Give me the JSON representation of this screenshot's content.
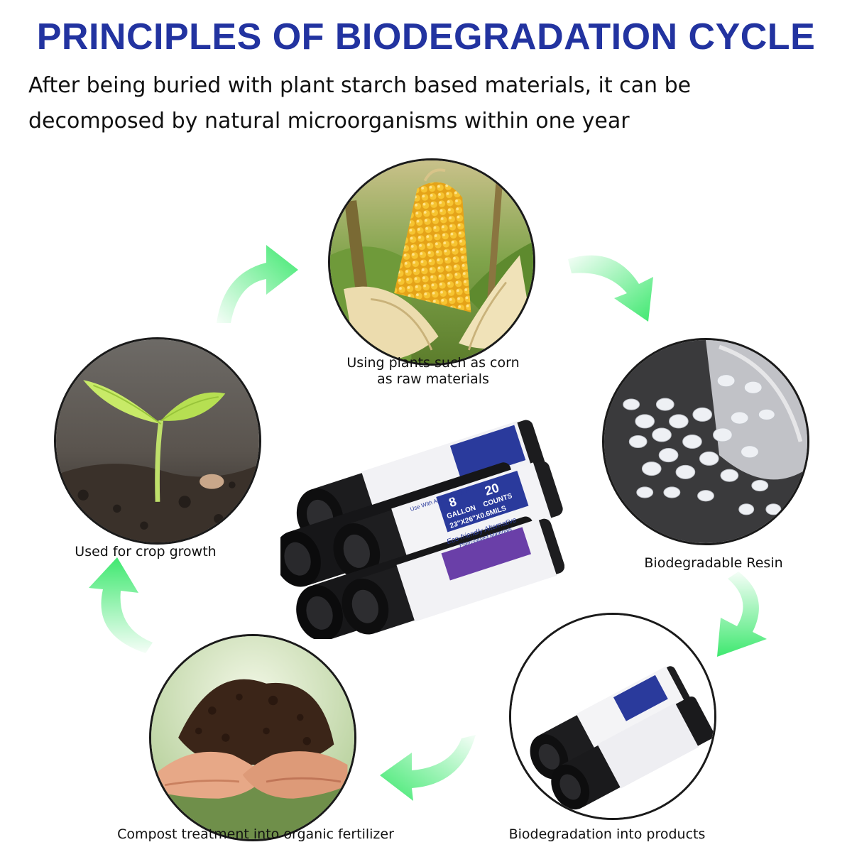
{
  "title": "PRINCIPLES OF BIODEGRADATION CYCLE",
  "subtitle": "After being buried with plant starch based materials, it can be decomposed by natural microorganisms within one year",
  "steps": [
    {
      "label_line1": "Using plants such as corn",
      "label_line2": "as raw materials",
      "icon": "corn-icon"
    },
    {
      "label_line1": "Biodegradable Resin",
      "icon": "resin-pellets-icon"
    },
    {
      "label_line1": "Biodegradation into products",
      "icon": "trash-bag-rolls-icon"
    },
    {
      "label_line1": "Compost treatment into organic fertilizer",
      "icon": "soil-hands-icon"
    },
    {
      "label_line1": "Used for crop growth",
      "icon": "seedling-icon"
    }
  ],
  "product": {
    "capacity_value": "8",
    "capacity_unit": "GALLON",
    "count_value": "20",
    "count_unit": "COUNTS",
    "size": "23\"X26\"X0.6MILS",
    "tagline": "Eco-friendly Alternative",
    "material": "Plant-based Materials",
    "usage": "Use With Any 5-8 Gallon Bucket"
  },
  "colors": {
    "title": "#2233a0",
    "arrow": "#3ee86f",
    "badge": "#2a3a9c",
    "badge_purple": "#6a3fa8"
  }
}
